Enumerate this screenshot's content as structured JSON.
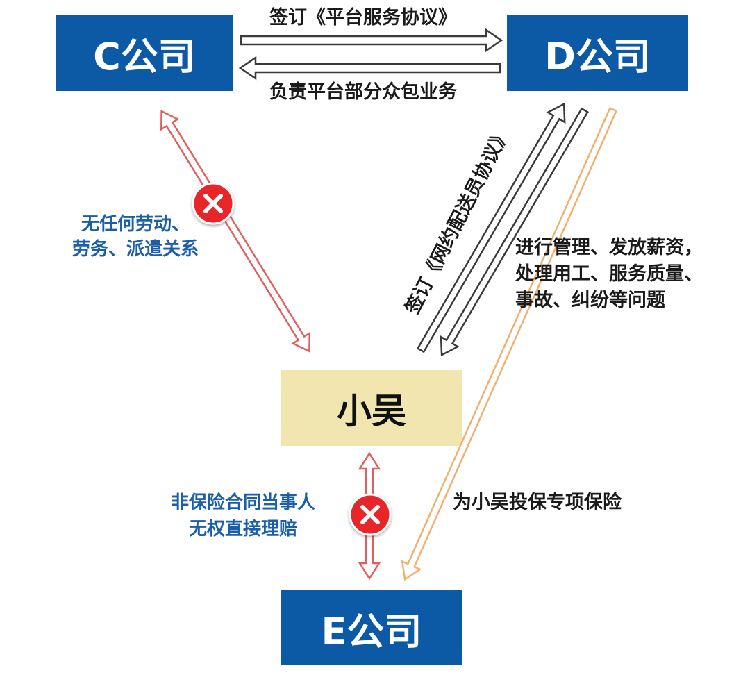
{
  "nodes": {
    "c_company": "C公司",
    "d_company": "D公司",
    "xiaowu": "小吴",
    "e_company": "E公司"
  },
  "edges": {
    "c_to_d": "签订《平台服务协议》",
    "d_to_c": "负责平台部分众包业务",
    "c_xiaowu": [
      "无任何劳动、",
      "劳务、派遣关系"
    ],
    "xiaowu_d": "签订《网约配送员协议》",
    "d_manage": [
      "进行管理、发放薪资，",
      "处理用工、服务质量、",
      "事故、纠纷等问题"
    ],
    "d_to_e": "为小吴投保专项保险",
    "xiaowu_e": [
      "非保险合同当事人",
      "无权直接理赔"
    ]
  },
  "colors": {
    "company_box": "#0c5aa6",
    "xiaowu_box": "#f2e6b0",
    "dark_arrow": "#3a3a3a",
    "red_arrow": "#e06060",
    "orange_arrow": "#f0b070",
    "blue_text": "#1a5fa8",
    "no_relation_badge": "#e8262b"
  },
  "icons": {
    "no_relation": "x-circle-icon"
  }
}
